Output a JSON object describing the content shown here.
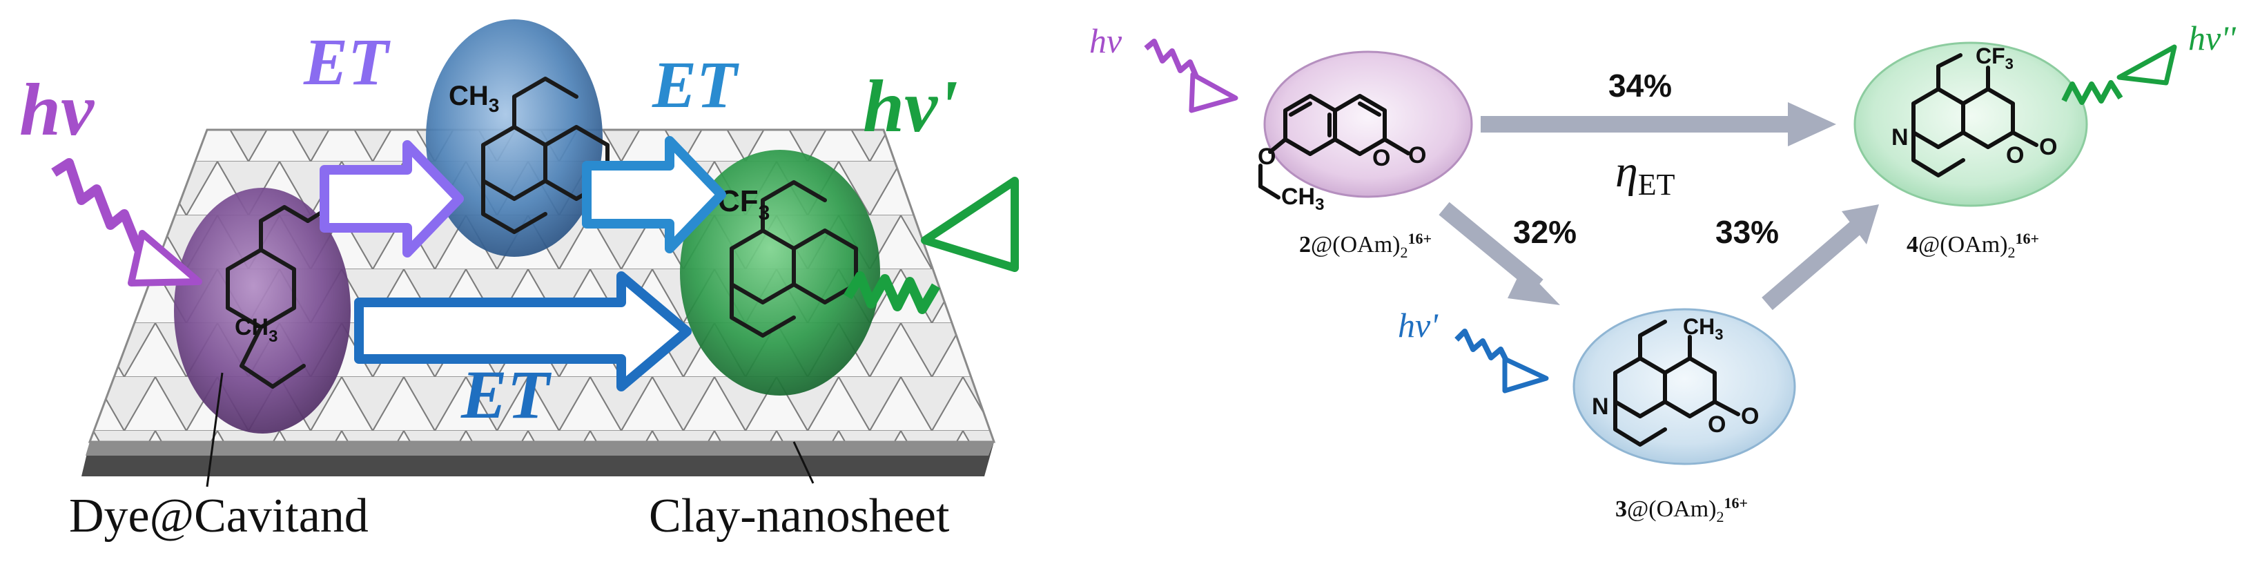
{
  "left_panel": {
    "hv_label": "hv",
    "et_label_top_left": "ET",
    "et_label_top_right": "ET",
    "et_label_bottom": "ET",
    "hv_prime_label": "hv'",
    "ch3_label": "CH",
    "ch3_sub": "3",
    "cf3_label": "CF",
    "cf3_sub": "3",
    "ch3_ethyl_label": "CH",
    "ch3_ethyl_sub": "3",
    "caption_left": "Dye@Cavitand",
    "caption_right": "Clay-nanosheet"
  },
  "right_panel": {
    "hv_label": "hv",
    "hv_prime_label": "hv'",
    "hv_double_prime_label": "hv''",
    "eff_34": "34%",
    "eff_32": "32%",
    "eff_33": "33%",
    "eta_symbol": "η",
    "eta_sub": "ET",
    "cpd2_num": "2",
    "cpd3_num": "3",
    "cpd4_num": "4",
    "complex_text": "@(OAm)",
    "complex_sub": "2",
    "complex_sup": "16+",
    "ch3_label": "CH",
    "ch3_sub": "3",
    "cf3_label": "CF",
    "cf3_sub": "3",
    "n_label": "N",
    "o_label": "O"
  },
  "colors": {
    "purple": "#a855c8",
    "violet_arrow": "#8a6cf0",
    "blue": "#1f6fc0",
    "light_blue": "#3aa6dc",
    "green": "#1aa040",
    "gray_arrow": "#a7adbe"
  }
}
